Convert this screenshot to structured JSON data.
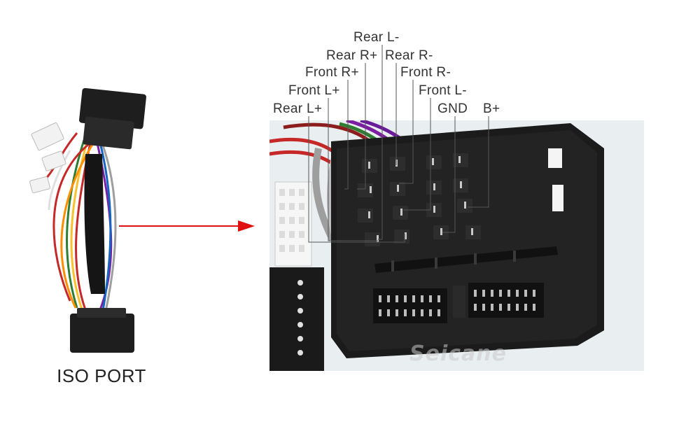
{
  "left_panel": {
    "caption": "ISO PORT"
  },
  "colors": {
    "arrow": "#e01010",
    "leader_line": "#555555",
    "connector_body": "#1b1b1b"
  },
  "icons": [
    "wire-harness-icon",
    "arrow-right-icon",
    "iso-connector-icon"
  ],
  "pin_labels": {
    "rear_l_minus": "Rear L-",
    "rear_r_plus": "Rear R+",
    "rear_r_minus": "Rear R-",
    "front_r_plus": "Front R+",
    "front_r_minus": "Front R-",
    "front_l_plus": "Front L+",
    "front_l_minus": "Front L-",
    "rear_l_plus": "Rear L+",
    "gnd": "GND",
    "b_plus": "B+"
  },
  "watermark": "Seicane"
}
